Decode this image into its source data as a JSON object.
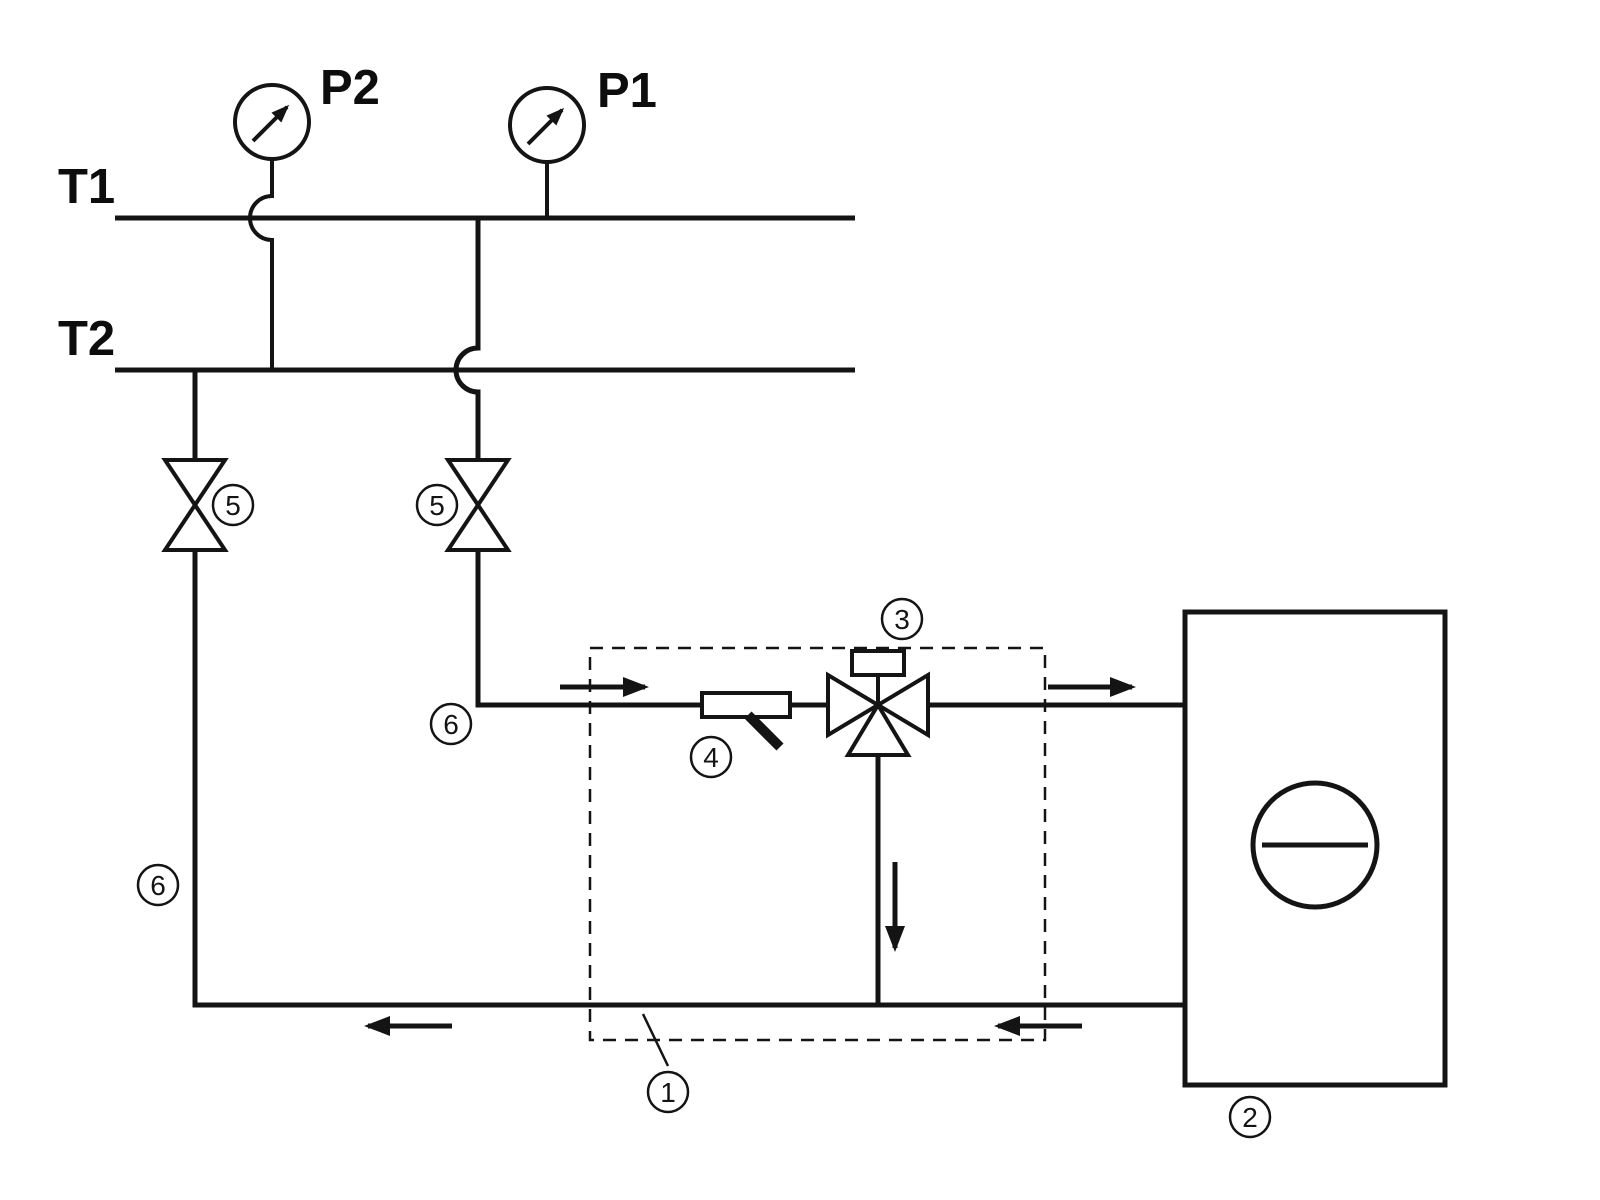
{
  "diagram": {
    "labels": {
      "supply_line": "T1",
      "return_line": "T2",
      "gauge_supply": "P1",
      "gauge_return": "P2"
    },
    "callouts": {
      "n1": "1",
      "n2": "2",
      "n3": "3",
      "n4": "4",
      "n5_left": "5",
      "n5_right": "5",
      "n6_upper": "6",
      "n6_lower": "6"
    },
    "colors": {
      "line": "#141414",
      "background": "#ffffff"
    }
  }
}
